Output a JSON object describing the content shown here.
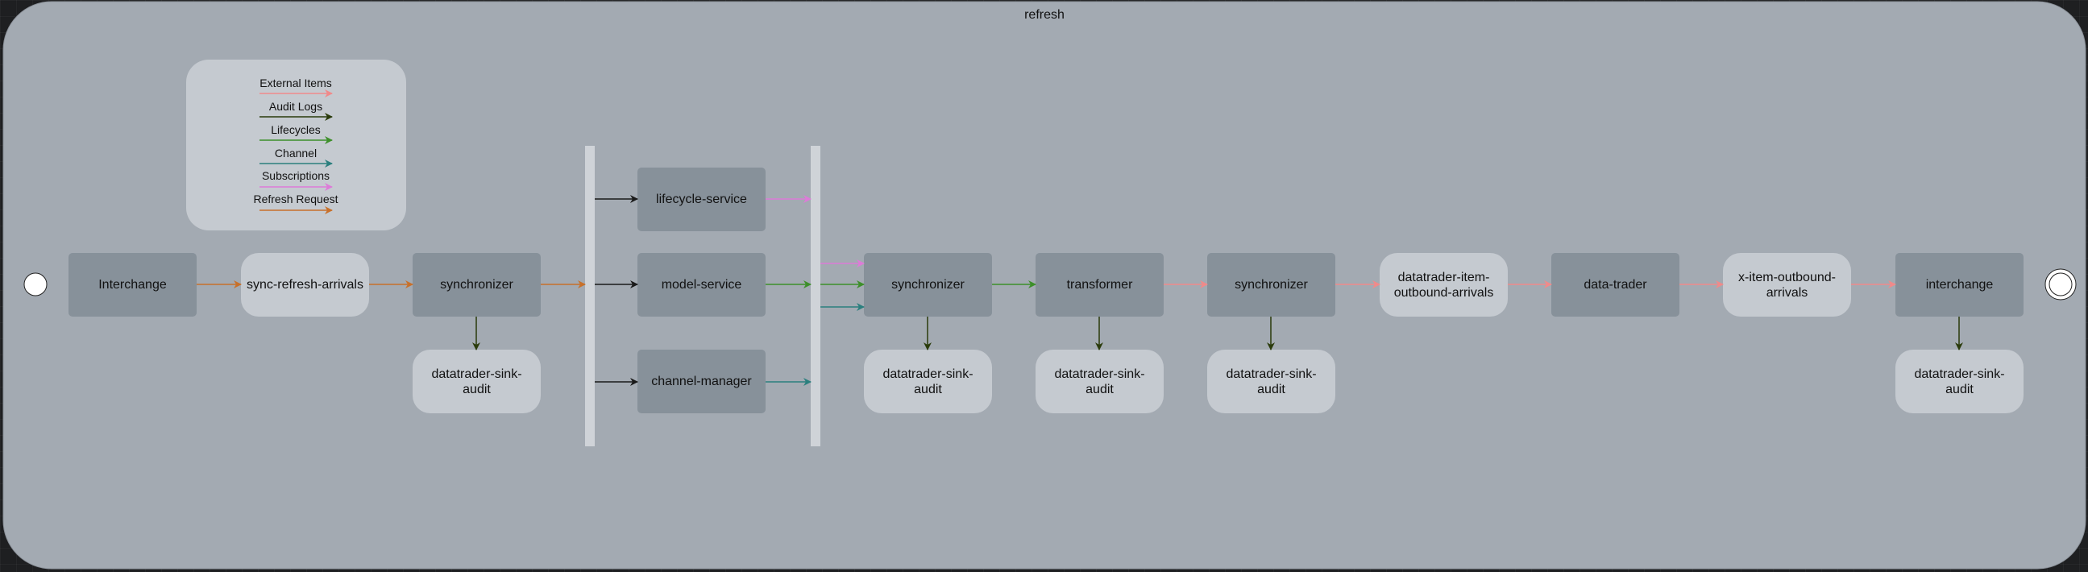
{
  "container": {
    "title": "refresh"
  },
  "legend": {
    "items": [
      {
        "label": "External Items",
        "color": "#f08a8a"
      },
      {
        "label": "Audit Logs",
        "color": "#2a3b0b"
      },
      {
        "label": "Lifecycles",
        "color": "#3d8f2a"
      },
      {
        "label": "Channel",
        "color": "#2b7f7e"
      },
      {
        "label": "Subscriptions",
        "color": "#dd7bd8"
      },
      {
        "label": "Refresh Request",
        "color": "#c8702a"
      }
    ]
  },
  "colors": {
    "container_fill": "#a3aab2",
    "action_fill": "#87919a",
    "object_fill": "#c5cad0",
    "bar_fill": "#cfd3d8",
    "black_arrow": "#1a1a1a"
  },
  "nodes": {
    "interchange_start": "Interchange",
    "sync_refresh_arrivals": "sync-refresh-arrivals",
    "synchronizer_1": "synchronizer",
    "audit_1": "datatrader-sink-\naudit",
    "lifecycle_service": "lifecycle-service",
    "model_service": "model-service",
    "channel_manager": "channel-manager",
    "synchronizer_2": "synchronizer",
    "audit_2": "datatrader-sink-\naudit",
    "transformer": "transformer",
    "audit_3": "datatrader-sink-\naudit",
    "synchronizer_3": "synchronizer",
    "audit_4": "datatrader-sink-\naudit",
    "item_outbound_arrivals": "datatrader-item-\noutbound-arrivals",
    "data_trader": "data-trader",
    "x_item_outbound_arrivals": "x-item-outbound-\narrivals",
    "interchange_end": "interchange",
    "audit_5": "datatrader-sink-\naudit"
  }
}
